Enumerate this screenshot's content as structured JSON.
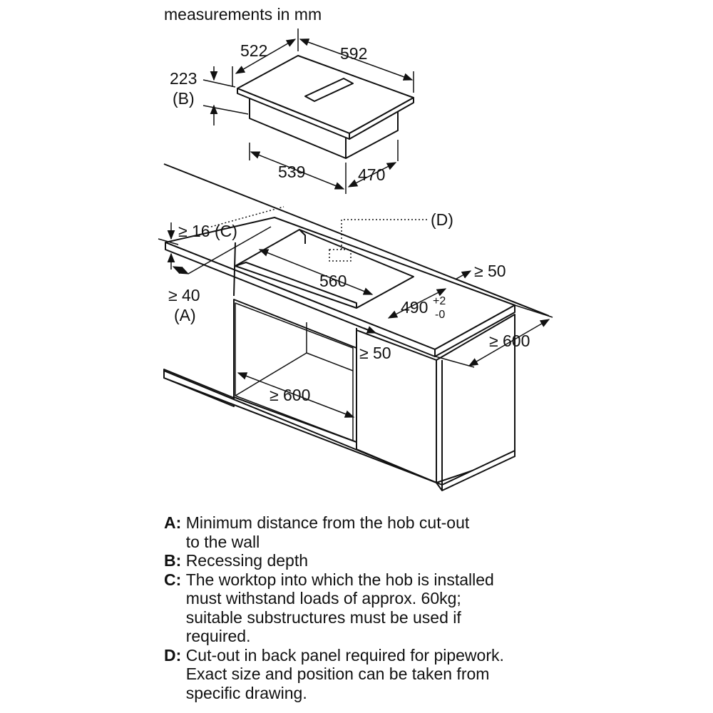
{
  "header": {
    "title": "measurements in mm"
  },
  "hob": {
    "depth": "522",
    "width": "592",
    "height": "223",
    "height_ref": "B",
    "body_width": "539",
    "body_depth": "470"
  },
  "installation": {
    "worktop_thickness": "≥ 16",
    "worktop_ref": "C",
    "wall_distance": "≥ 40",
    "wall_ref": "A",
    "cutout_width": "560",
    "cutout_depth": "490",
    "cutout_tol_plus": "+2",
    "cutout_tol_minus": "-0",
    "side_clearance_front": "≥ 50",
    "side_clearance_back": "≥ 50",
    "cabinet_width": "≥ 600",
    "worktop_depth": "≥ 600",
    "backpanel_ref": "D"
  },
  "legend": [
    {
      "key": "A",
      "text": "Minimum distance from the hob cut-out\nto the wall"
    },
    {
      "key": "B",
      "text": "Recessing depth"
    },
    {
      "key": "C",
      "text": "The worktop into which the hob is installed\nmust withstand loads of approx. 60kg;\nsuitable substructures must be used if\nrequired."
    },
    {
      "key": "D",
      "text": "Cut-out in back panel required for pipework.\nExact size and position can be taken from\nspecific drawing."
    }
  ],
  "colors": {
    "line": "#111111",
    "background": "#ffffff"
  }
}
